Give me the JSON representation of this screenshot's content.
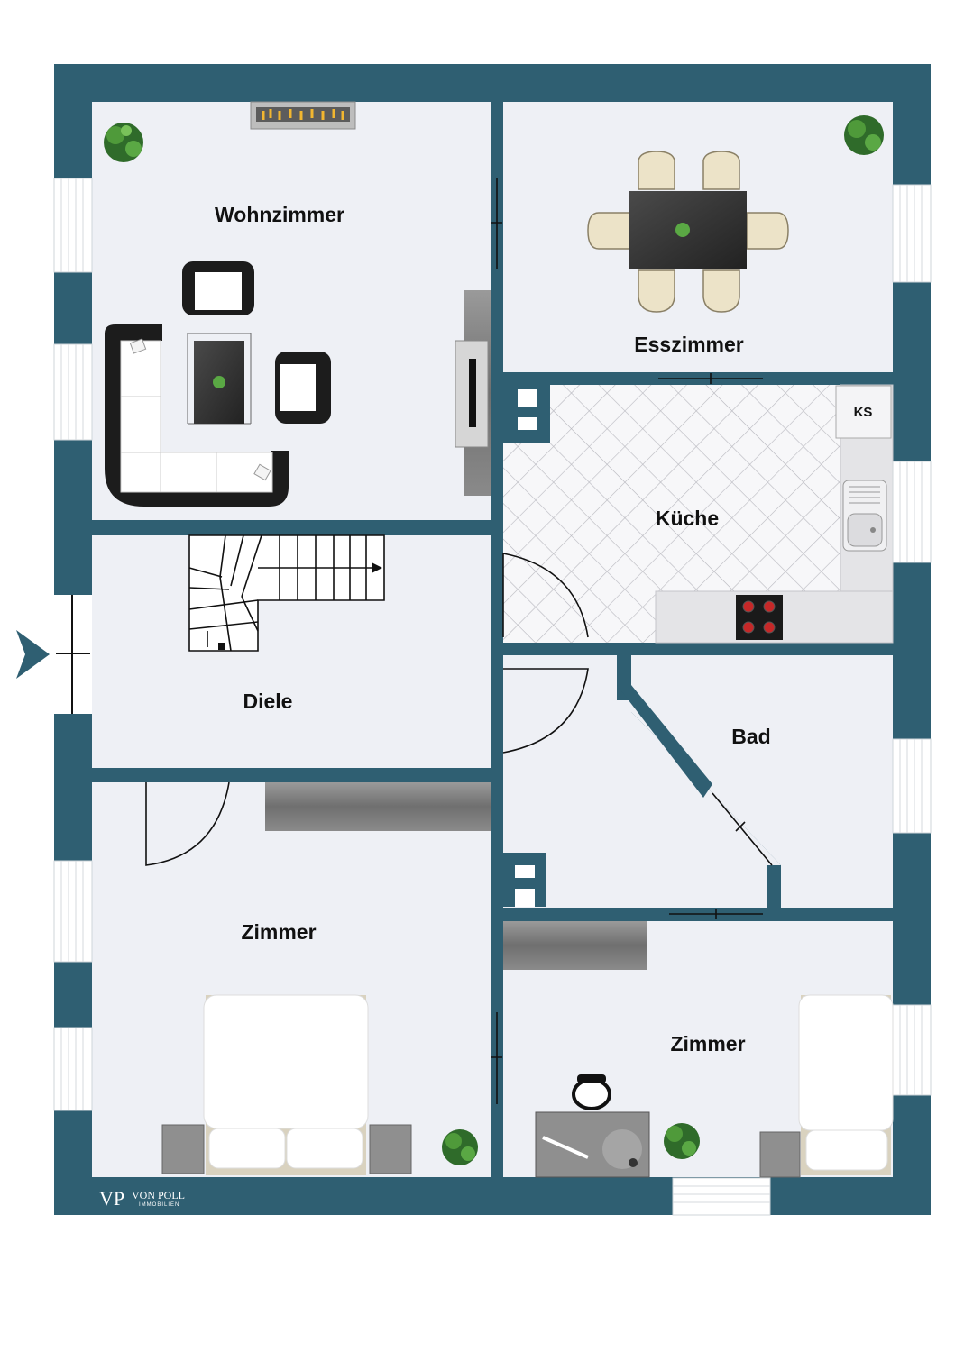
{
  "rooms": {
    "wohnzimmer": "Wohnzimmer",
    "esszimmer": "Esszimmer",
    "kueche": "Küche",
    "diele": "Diele",
    "bad": "Bad",
    "zimmer_left": "Zimmer",
    "zimmer_right": "Zimmer"
  },
  "fixtures": {
    "fridge_label": "KS"
  },
  "logo": {
    "mark": "VP",
    "name": "VON POLL",
    "sub": "IMMOBILIEN"
  },
  "colors": {
    "wall": "#2f5f72",
    "floor": "#eef0f5",
    "window": "#ffffff"
  }
}
